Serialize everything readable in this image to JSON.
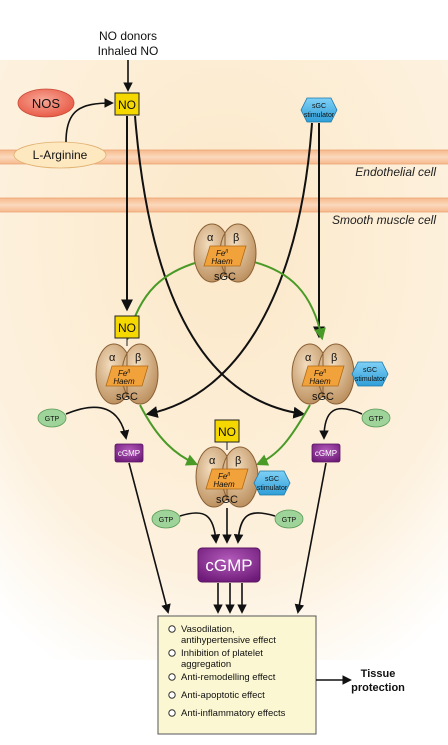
{
  "top_label": {
    "line1": "NO donors",
    "line2": "Inhaled NO"
  },
  "nos": "NOS",
  "l_arginine": "L-Arginine",
  "no_label": "NO",
  "sgc_stimulator": {
    "line1": "sGC",
    "line2": "stimulator"
  },
  "compartments": {
    "endothelial": "Endothelial cell",
    "smooth_muscle": "Smooth muscle cell"
  },
  "enzyme": {
    "alpha": "α",
    "beta": "β",
    "fe": "Fe",
    "fe_sup": "II",
    "haem": "Haem",
    "sgc": "sGC"
  },
  "gtp": "GTP",
  "cgmp": "cGMP",
  "effects_box": {
    "items": [
      [
        "Vasodilation,",
        "antihypertensive effect"
      ],
      [
        "Inhibition of platelet",
        "aggregation"
      ],
      [
        "Anti-remodelling effect"
      ],
      [
        "Anti-apoptotic effect"
      ],
      [
        "Anti-inflammatory effects"
      ]
    ]
  },
  "outcome": {
    "line1": "Tissue",
    "line2": "protection"
  },
  "colors": {
    "no_box": "#f5d800",
    "nos_oval": "#f07860",
    "stimulator": "#4fb6e8",
    "cgmp": "#8e2e96",
    "gtp": "#9ed49a",
    "green_arrow": "#4a9a28",
    "enzyme": "#cfa97a",
    "haem": "#f2a23a",
    "membrane": "#f5b58a",
    "effects_bg": "#fbf7d2"
  }
}
